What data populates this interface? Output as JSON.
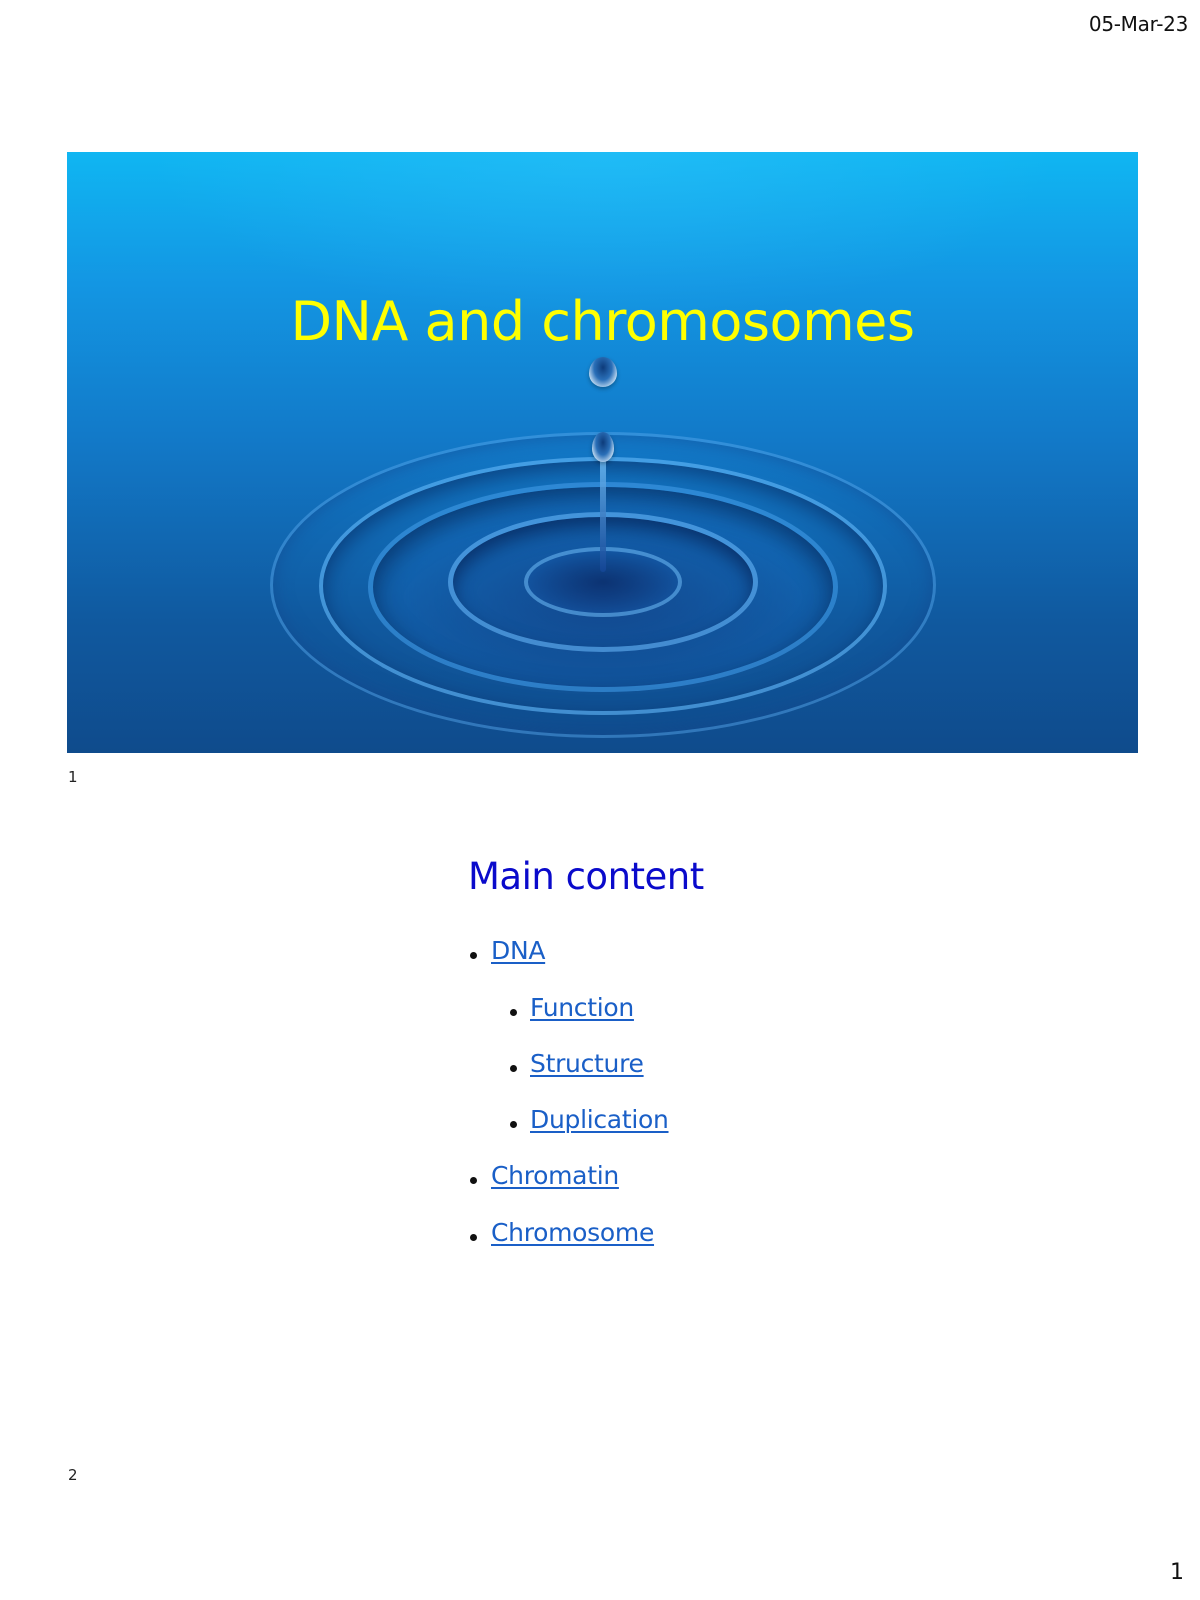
{
  "header": {
    "date": "05-Mar-23"
  },
  "slides": [
    {
      "number": "1",
      "title": "DNA and chromosomes",
      "background": "water-drop-ripple",
      "title_color": "#ffff00"
    },
    {
      "number": "2",
      "heading": "Main content",
      "heading_color": "#0a0acb",
      "link_color": "#1a5fc7",
      "items": [
        {
          "label": "DNA",
          "level": 1
        },
        {
          "label": "Function",
          "level": 2
        },
        {
          "label": "Structure",
          "level": 2
        },
        {
          "label": "Duplication",
          "level": 2
        },
        {
          "label": "Chromatin",
          "level": 1
        },
        {
          "label": "Chromosome",
          "level": 1
        }
      ]
    }
  ],
  "footer": {
    "page_number": "1"
  }
}
